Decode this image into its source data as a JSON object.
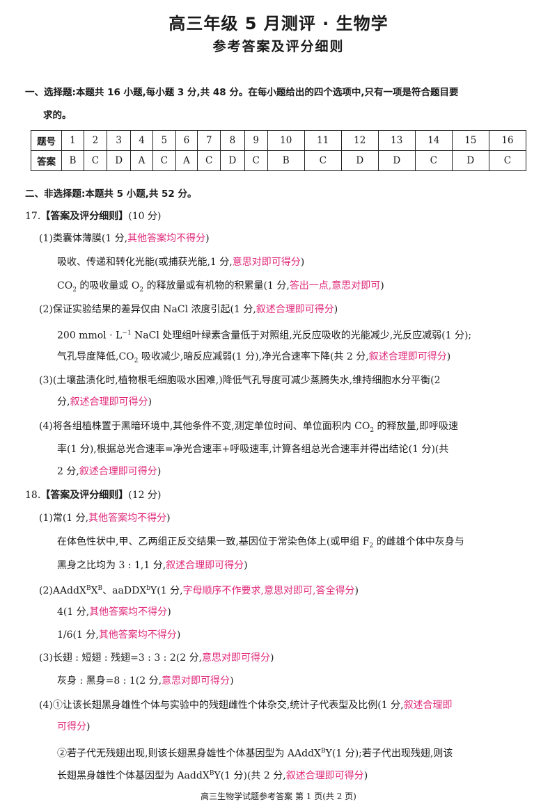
{
  "header": {
    "title": "高三年级 5 月测评 · 生物学",
    "subtitle": "参考答案及评分细则"
  },
  "section1": {
    "line1": "一、选择题:本题共 16 小题,每小题 3 分,共 48 分。在每小题给出的四个选项中,只有一项是符合题目要",
    "line2": "求的。"
  },
  "answer_table": {
    "row1_label": "题号",
    "row2_label": "答案",
    "numbers": [
      "1",
      "2",
      "3",
      "4",
      "5",
      "6",
      "7",
      "8",
      "9",
      "10",
      "11",
      "12",
      "13",
      "14",
      "15",
      "16"
    ],
    "answers": [
      "B",
      "C",
      "D",
      "A",
      "C",
      "A",
      "C",
      "D",
      "C",
      "B",
      "C",
      "D",
      "D",
      "C",
      "D",
      "C"
    ]
  },
  "section2": {
    "heading": "二、非选择题:本题共 5 小题,共 52 分。"
  },
  "q17": {
    "number": "17.",
    "label": "【答案及评分细则】",
    "points": "(10 分)",
    "l1a": "(1)类囊体薄膜(1 分,",
    "l1b": "其他答案均不得分",
    "l1c": ")",
    "l2a": "吸收、传递和转化光能(或捕获光能,1 分,",
    "l2b": "意思对即可得分",
    "l2c": ")",
    "l3a": "CO",
    "l3a_sub": "2",
    "l3b": " 的吸收量或 O",
    "l3b_sub": "2",
    "l3c": " 的释放量或有机物的积累量(1 分,",
    "l3d": "答出一点,意思对即可",
    "l3e": ")",
    "l4a": "(2)保证实验结果的差异仅由 NaCl 浓度引起(1 分,",
    "l4b": "叙述合理即可得分",
    "l4c": ")",
    "l5a": "200 mmol · L",
    "l5_sup": "−1",
    "l5b": " NaCl 处理组叶绿素含量低于对照组,光反应吸收的光能减少,光反应减弱(1 分);",
    "l6a": "气孔导度降低,CO",
    "l6_sub": "2",
    "l6b": " 吸收减少,暗反应减弱(1 分),净光合速率下降(共 2 分,",
    "l6c": "叙述合理即可得分",
    "l6d": ")",
    "l7": "(3)(土壤盐渍化时,植物根毛细胞吸水困难,)降低气孔导度可减少蒸腾失水,维持细胞水分平衡(2",
    "l8a": "分,",
    "l8b": "叙述合理即可得分",
    "l8c": ")",
    "l9a": "(4)将各组植株置于黑暗环境中,其他条件不变,测定单位时间、单位面积内 CO",
    "l9_sub": "2",
    "l9b": " 的释放量,即呼吸速",
    "l10": "率(1 分),根据总光合速率=净光合速率+呼吸速率,计算各组总光合速率并得出结论(1 分)(共",
    "l11a": "2 分,",
    "l11b": "叙述合理即可得分",
    "l11c": ")"
  },
  "q18": {
    "number": "18.",
    "label": "【答案及评分细则】",
    "points": "(12 分)",
    "l1a": "(1)常(1 分,",
    "l1b": "其他答案均不得分",
    "l1c": ")",
    "l2a": "在体色性状中,甲、乙两组正反交结果一致,基因位于常染色体上(或甲组 F",
    "l2_sub": "2",
    "l2b": " 的雌雄个体中灰身与",
    "l3a": "黑身之比均为 3 : 1,1 分,",
    "l3b": "叙述合理即可得分",
    "l3c": ")",
    "l4a": "(2)AAddX",
    "l4_sup1": "B",
    "l4b": "X",
    "l4_sup2": "B",
    "l4c": "、aaDDX",
    "l4_sup3": "b",
    "l4d": "Y(1 分,",
    "l4e": "字母顺序不作要求,意思对即可,答全得分",
    "l4f": ")",
    "l5a": "4(1 分,",
    "l5b": "其他答案均不得分",
    "l5c": ")",
    "l6a": "1/6(1 分,",
    "l6b": "其他答案均不得分",
    "l6c": ")",
    "l7a": "(3)长翅 : 短翅 : 残翅=3 : 3 : 2(2 分,",
    "l7b": "意思对即可得分",
    "l7c": ")",
    "l8a": "灰身 : 黑身=8 : 1(2 分,",
    "l8b": "意思对即可得分",
    "l8c": ")",
    "l9a": "(4)①让该长翅黑身雄性个体与实验中的残翅雌性个体杂交,统计子代表型及比例(1 分,",
    "l9b": "叙述合理即",
    "l10a": "可得分",
    "l10b": ")",
    "l11a": "②若子代无残翅出现,则该长翅黑身雄性个体基因型为 AAddX",
    "l11_sup": "B",
    "l11b": "Y(1 分);若子代出现残翅,则该",
    "l12a": "长翅黑身雄性个体基因型为 AaddX",
    "l12_sup": "B",
    "l12b": "Y(1 分)(共 2 分,",
    "l12c": "叙述合理即可得分",
    "l12d": ")"
  },
  "footer": {
    "text": "高三生物学试题参考答案  第 1 页(共 2 页)"
  }
}
